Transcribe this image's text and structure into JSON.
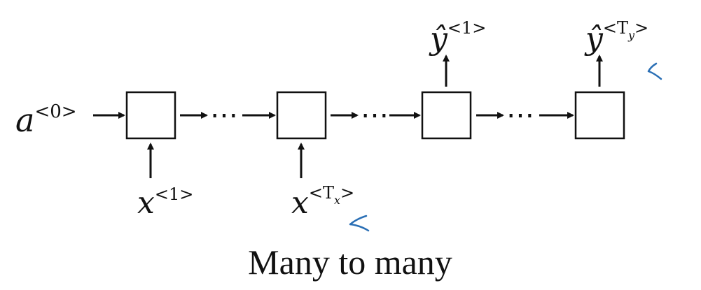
{
  "diagram": {
    "caption": "Many to many",
    "initial_activation": {
      "base": "a",
      "superscript": "<0>"
    },
    "inputs": [
      {
        "base": "x",
        "sup_pre": "<1",
        "sup_post": ">"
      },
      {
        "base": "x",
        "sup_pre": "<T",
        "sup_sub": "x",
        "sup_post": ">"
      }
    ],
    "outputs": [
      {
        "base": "ŷ",
        "sup_pre": "<1",
        "sup_post": ">"
      },
      {
        "base": "ŷ",
        "sup_pre": "<T",
        "sup_sub": "y",
        "sup_post": ">"
      }
    ],
    "ellipsis": "⋯",
    "colors": {
      "ink": "#111111",
      "annotation": "#2a6fb5"
    }
  }
}
